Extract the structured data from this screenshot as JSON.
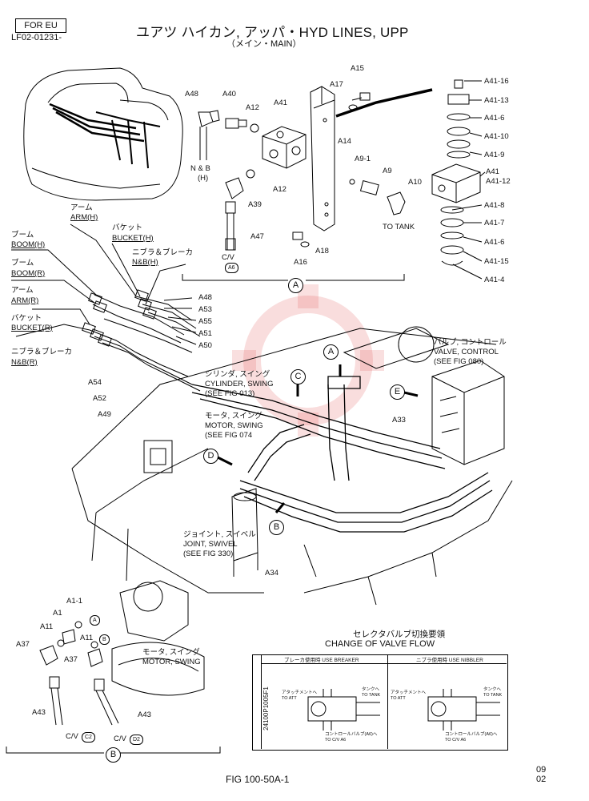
{
  "header": {
    "for_eu": "FOR EU",
    "ref_number": "LF02-01231-",
    "title": "ユアツ ハイカン, アッパ・HYD LINES, UPP",
    "subtitle": "（メイン・MAIN）"
  },
  "labels": {
    "a15": "A15",
    "a17": "A17",
    "a48_top": "A48",
    "a40": "A40",
    "a12_top": "A12",
    "a41": "A41",
    "a14": "A14",
    "a9_1": "A9-1",
    "a9": "A9",
    "a10": "A10",
    "a12_mid": "A12",
    "a39": "A39",
    "a47": "A47",
    "a16": "A16",
    "a18": "A18",
    "nb_h_line1": "N & B",
    "nb_h_line2": "(H)",
    "to_tank": "TO TANK",
    "cv": "C/V",
    "a6_tag": "A6",
    "a41_16": "A41-16",
    "a41_13": "A41-13",
    "a41_6a": "A41-6",
    "a41_10": "A41-10",
    "a41_9": "A41-9",
    "a41_r": "A41",
    "a41_12": "A41-12",
    "a41_8": "A41-8",
    "a41_7": "A41-7",
    "a41_6b": "A41-6",
    "a41_15": "A41-15",
    "a41_4": "A41-4",
    "arm_h_jp": "アーム",
    "arm_h": "ARM(H)",
    "bucket_h_jp": "バケット",
    "bucket_h": "BUCKET(H)",
    "boom_h_jp": "ブーム",
    "boom_h": "BOOM(H)",
    "nb_h_jp": "ニブラ＆ブレーカ",
    "nb_h": "N&B(H)",
    "boom_r_jp": "ブーム",
    "boom_r": "BOOM(R)",
    "arm_r_jp": "アーム",
    "arm_r": "ARM(R)",
    "bucket_r_jp": "バケット",
    "bucket_r": "BUCKET(R)",
    "nb_r_jp": "ニブラ＆ブレーカ",
    "nb_r": "N&B(R)",
    "a48": "A48",
    "a53": "A53",
    "a55": "A55",
    "a51": "A51",
    "a50": "A50",
    "a54": "A54",
    "a52": "A52",
    "a49": "A49",
    "a33": "A33",
    "a34": "A34",
    "cyl_jp": "シリンダ, スイング",
    "cyl_en": "CYLINDER, SWING",
    "cyl_fig": "(SEE FIG 013)",
    "motor_jp": "モータ, スイング",
    "motor_en": "MOTOR, SWING",
    "motor_fig": "(SEE FIG 074",
    "valve_jp": "バルブ, コントロール",
    "valve_en": "VALVE, CONTROL",
    "valve_fig": "(SEE FIG 080)",
    "joint_jp": "ジョイント, スイベル",
    "joint_en": "JOINT, SWIVEL",
    "joint_fig": "(SEE FIG 330)",
    "a1": "A1",
    "a1_1": "A1-1",
    "a11_l": "A11",
    "a11_r": "A11",
    "a37_l": "A37",
    "a37_r": "A37",
    "a43_l": "A43",
    "a43_r": "A43",
    "cv_l": "C/V",
    "cv_r": "C/V",
    "c2": "C2",
    "d2": "D2",
    "tag_a": "A",
    "tag_b": "B",
    "motor2_jp": "モータ, スイング",
    "motor2_en": "MOTOR, SWING"
  },
  "callouts": {
    "A": "A",
    "B": "B",
    "C": "C",
    "D": "D",
    "E": "E"
  },
  "change_of_valve_flow": {
    "title_jp": "セレクタバルブ切換要領",
    "title_en": "CHANGE OF VALVE FLOW",
    "col_breaker": "ブレーカ使用時 USE BREAKER",
    "col_nibbler": "ニブラ使用時 USE NIBBLER",
    "code": "24100P1005F1",
    "to_att_jp": "アタッチメントへ",
    "to_att": "TO ATT",
    "to_tank_jp": "タンクへ",
    "to_tank": "TO TANK",
    "to_cv_jp": "コントロールバルブ(A6)へ",
    "to_cv": "TO C/V A6"
  },
  "footer": {
    "fig": "FIG 100-50A-1",
    "date_line1": "09",
    "date_line2": "02"
  }
}
